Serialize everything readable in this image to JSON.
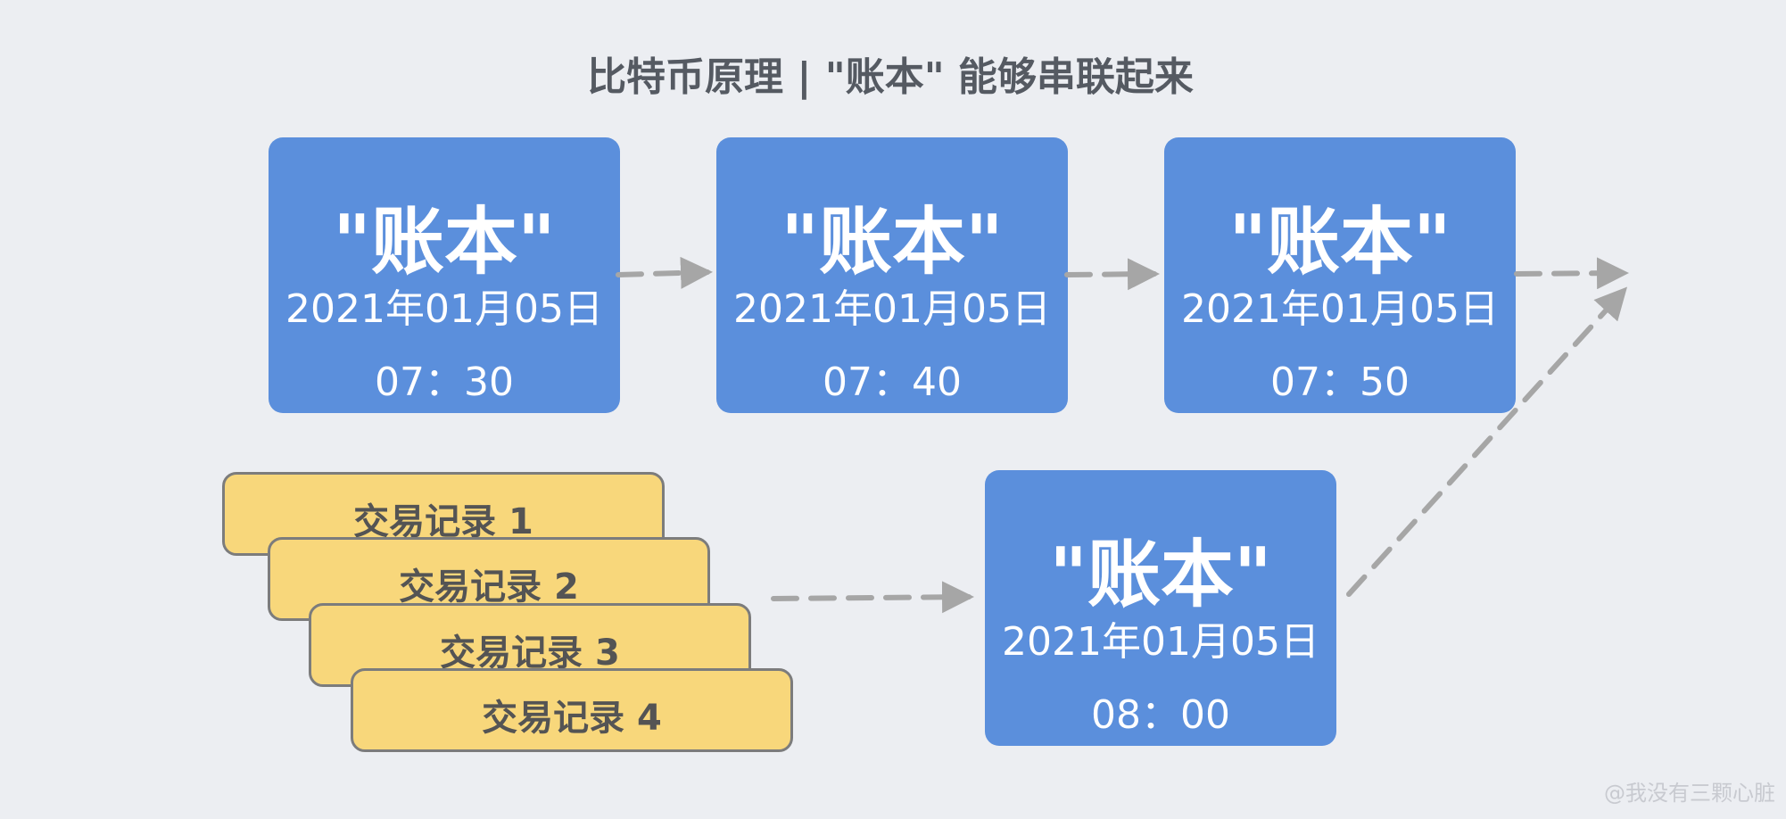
{
  "title": "比特币原理 | \"账本\" 能够串联起来",
  "blocks": [
    {
      "name": "\"账本\"",
      "date": "2021年01月05日",
      "time": "07：30"
    },
    {
      "name": "\"账本\"",
      "date": "2021年01月05日",
      "time": "07：40"
    },
    {
      "name": "\"账本\"",
      "date": "2021年01月05日",
      "time": "07：50"
    },
    {
      "name": "\"账本\"",
      "date": "2021年01月05日",
      "time": "08：00"
    }
  ],
  "transactions": [
    "交易记录 1",
    "交易记录 2",
    "交易记录 3",
    "交易记录 4"
  ],
  "watermark": "@我没有三颗心脏",
  "colors": {
    "background": "#eceef2",
    "block": "#5b8fdc",
    "transaction": "#f8d77b",
    "arrow": "#a6a6a6"
  }
}
